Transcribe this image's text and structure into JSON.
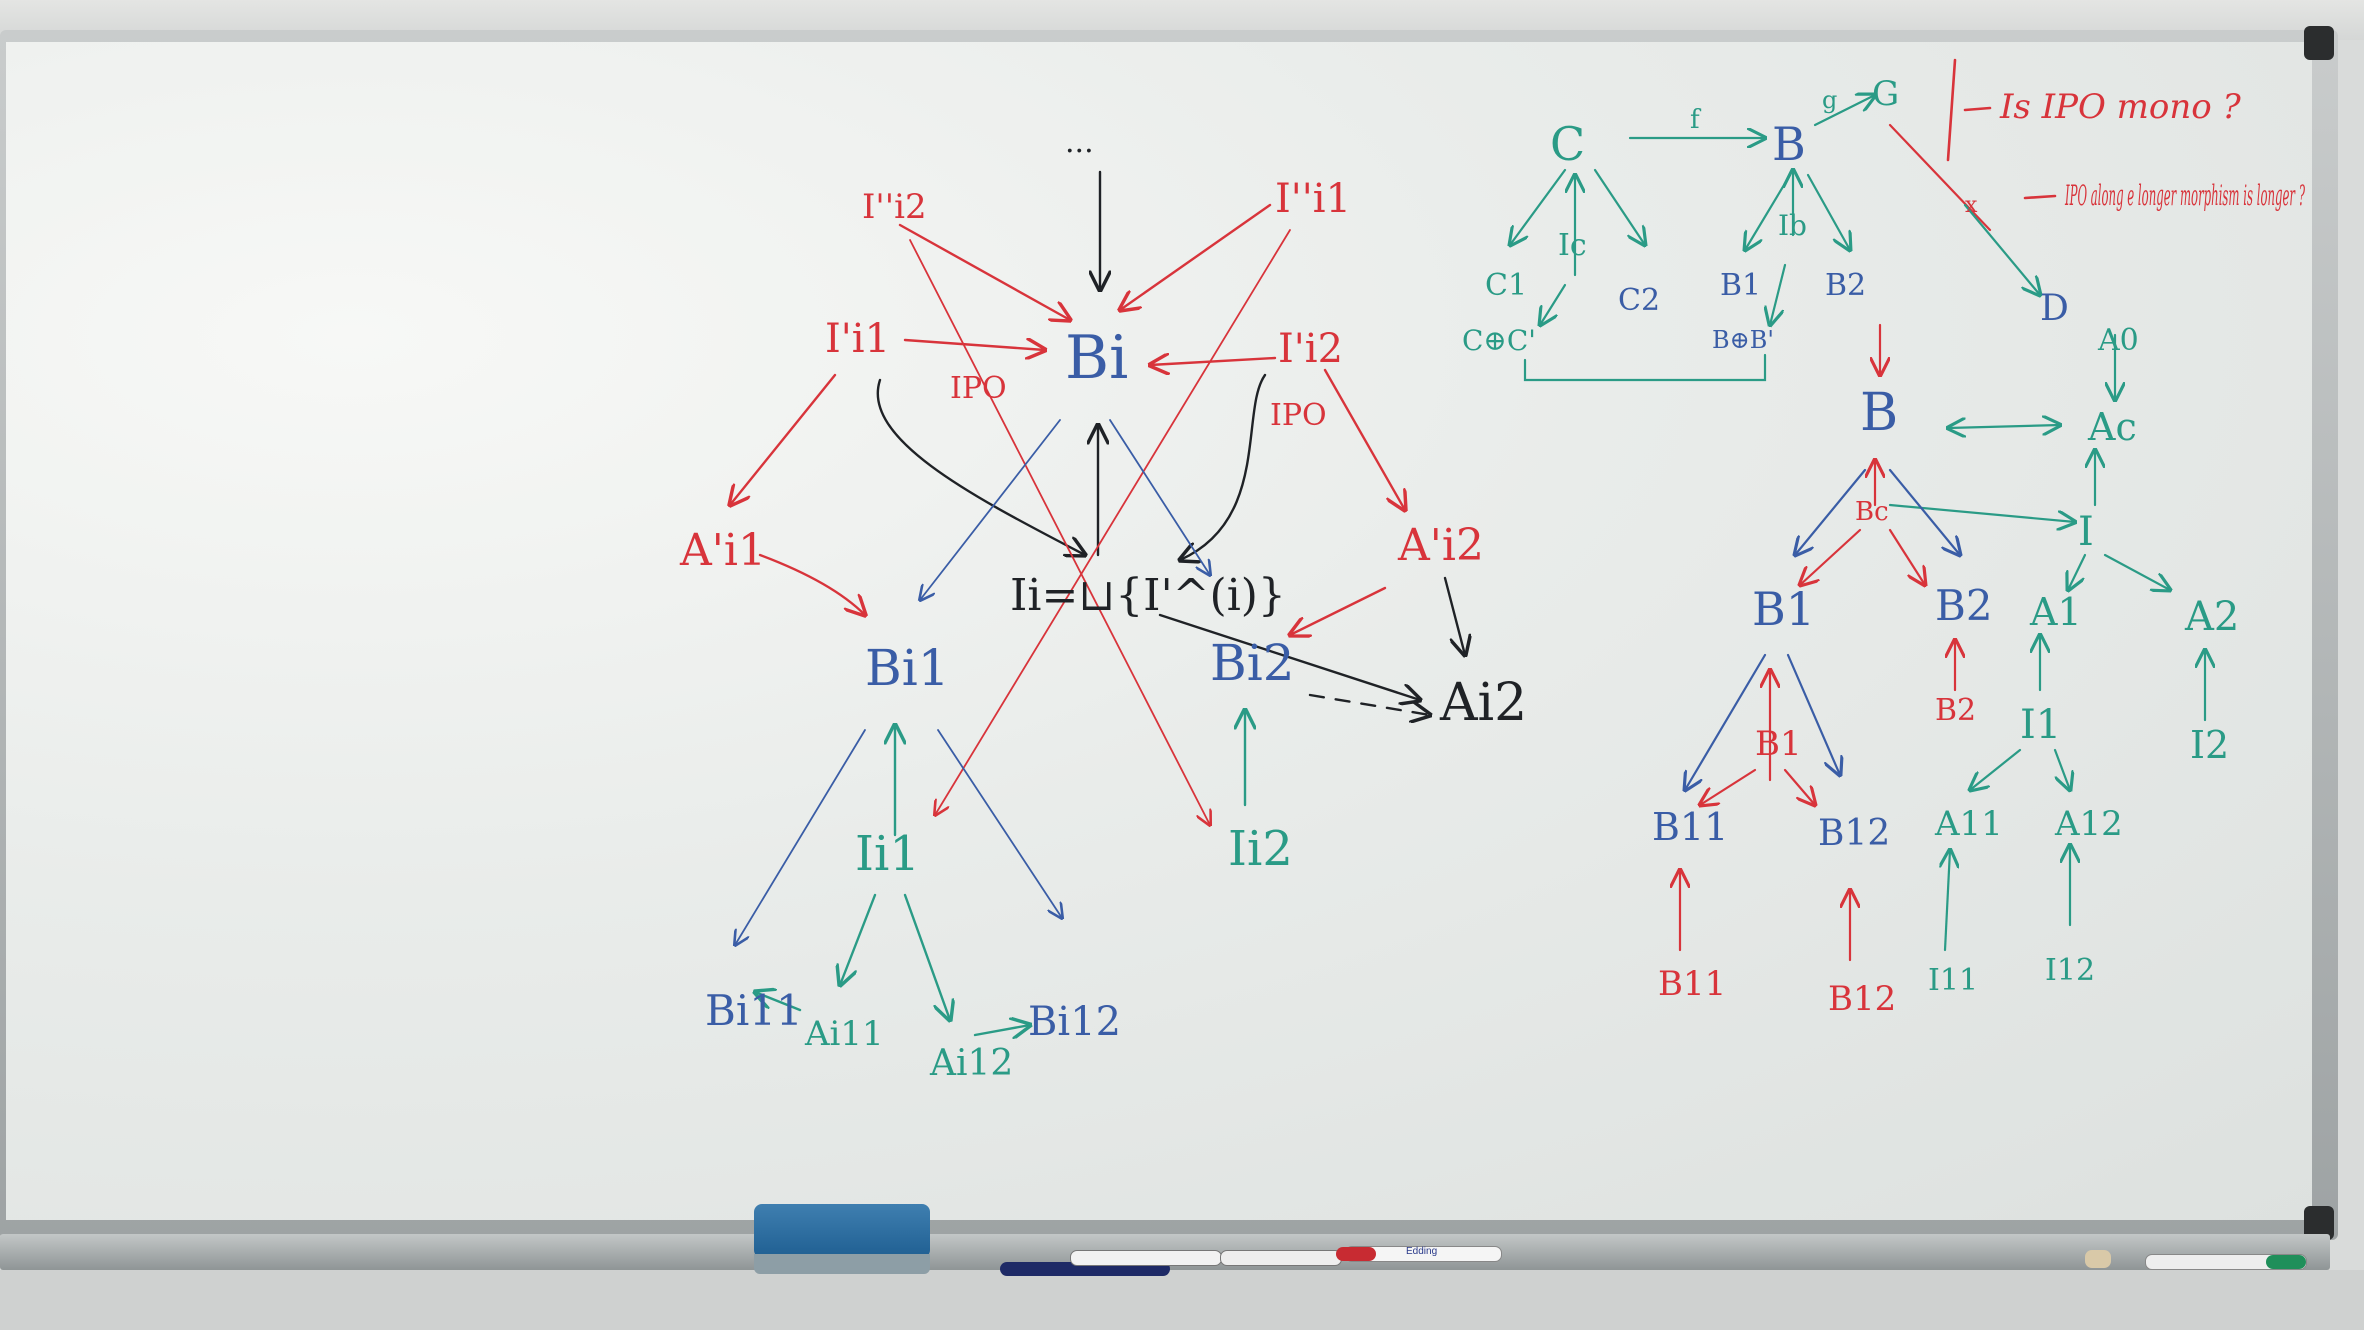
{
  "scene": {
    "description_type": "whiteboard photo",
    "ink_colors": {
      "black": "#1f2226",
      "red": "#d8343b",
      "blue": "#3a5da6",
      "green": "#2a9b86"
    }
  },
  "annotations": {
    "question_1": "Is IPO mono ?",
    "question_2": "IPO along e longer morphism is longer ?"
  },
  "left_diagram": {
    "top_dots": "...",
    "nodes": {
      "Bi": "Bi",
      "I_i2_pp": "I''i2",
      "I_i1_pp": "I''i1",
      "I_i1_p": "I'i1",
      "I_i2_p": "I'i2",
      "A_i1_p": "A'i1",
      "A_i2_p": "A'i2",
      "center": "Ii=⊔{I'^(i)}",
      "B_i1": "Bi1",
      "B_i2": "Bi2",
      "A_i2": "Ai2",
      "I_i1": "Ii1",
      "I_i2": "Ii2",
      "B_i11": "Bi11",
      "A_i11": "Ai11",
      "A_i12": "Ai12",
      "B_i12": "Bi12"
    },
    "edge_labels": {
      "ipo1": "IPO",
      "ipo2": "IPO"
    }
  },
  "right_diagram": {
    "nodes": {
      "C": "C",
      "B_top": "B",
      "G": "G",
      "D": "D",
      "I_c": "Ic",
      "C1": "C1",
      "C2": "C2",
      "CsumC": "C⊕C'",
      "I_b": "Ib",
      "B1_small": "B1",
      "B2_small": "B2",
      "BsumB": "B⊕B'",
      "B_mid": "B",
      "A0": "A0",
      "A_c": "Ac",
      "B_c": "Bc",
      "I_mid": "I",
      "B1": "B1",
      "B2": "B2",
      "A1": "A1",
      "A2": "A2",
      "B1_red": "B1",
      "B2_red": "B2",
      "I1": "I1",
      "I2": "I2",
      "B11": "B11",
      "B12": "B12",
      "A11": "A11",
      "A12": "A12",
      "B11_red": "B11",
      "B12_red": "B12",
      "I11": "I11",
      "I12": "I12"
    },
    "edge_labels": {
      "f": "f",
      "g": "g",
      "x": "x"
    }
  },
  "marker_label": "Edding"
}
